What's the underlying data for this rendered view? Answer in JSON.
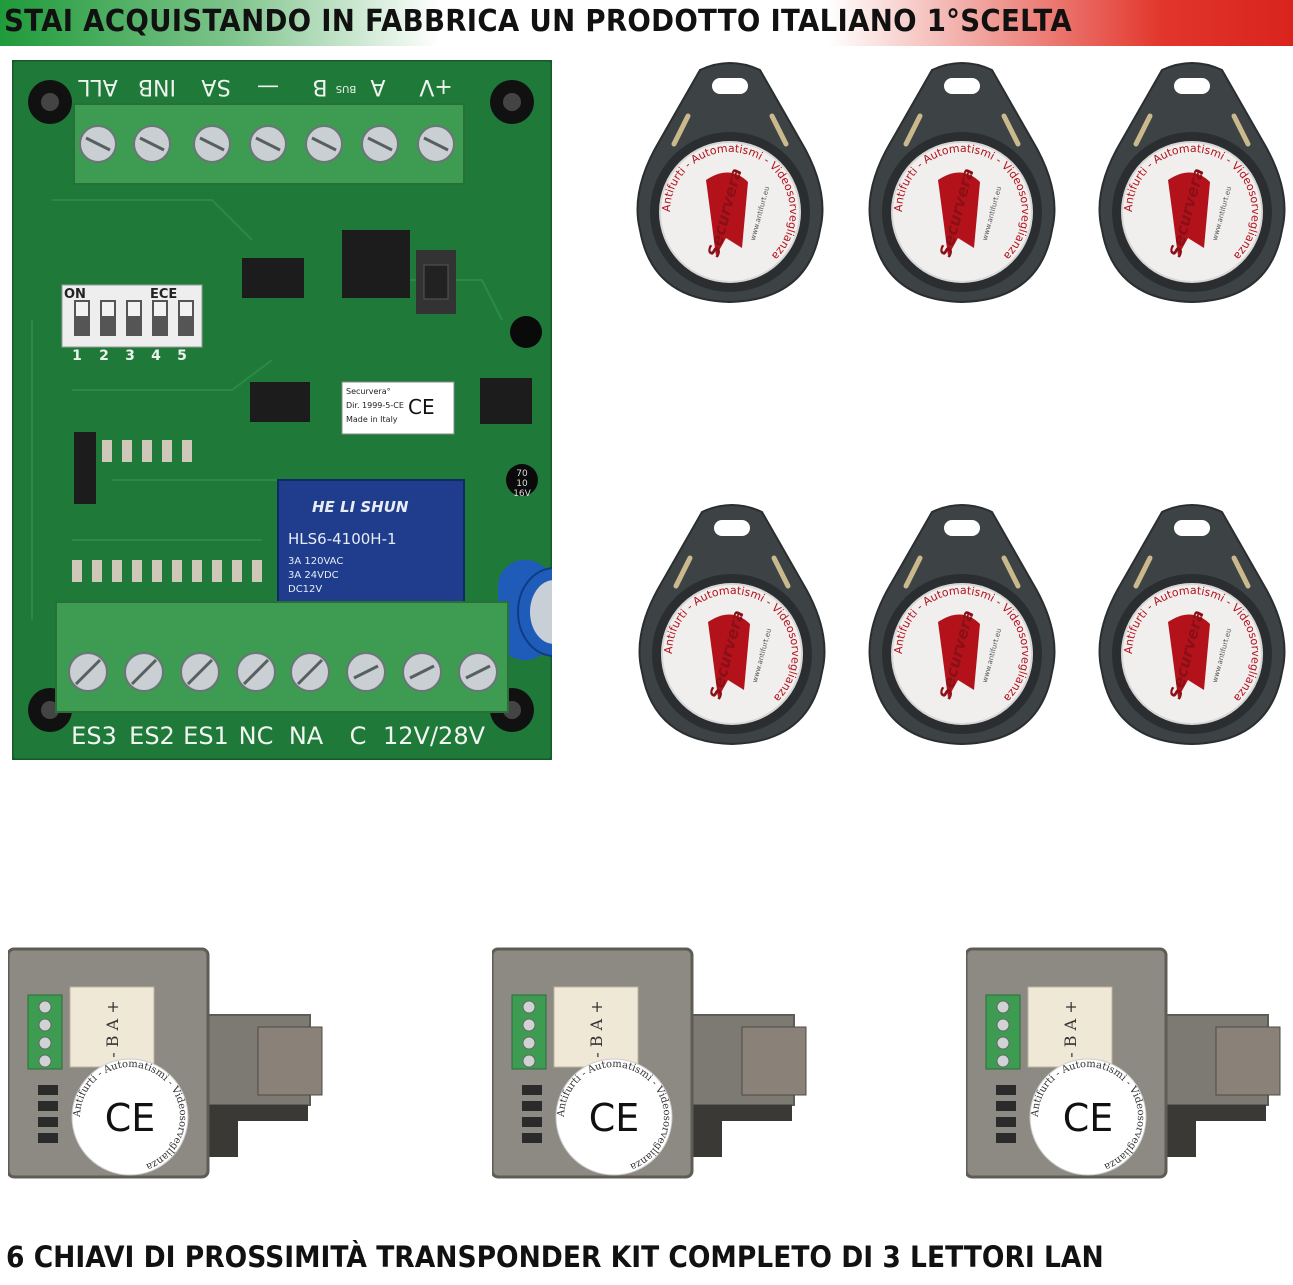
{
  "banner": {
    "text": "STAI ACQUISTANDO IN FABBRICA UN PRODOTTO ITALIANO 1°SCELTA"
  },
  "footer": {
    "text": "6 CHIAVI DI PROSSIMITÀ TRANSPONDER KIT COMPLETO DI 3 LETTORI LAN"
  },
  "pcb": {
    "top_terminals": [
      "ALL",
      "INB",
      "SA",
      "—",
      "B",
      "A",
      "+V"
    ],
    "bus_label": "BUS",
    "bottom_terminals": [
      "ES3",
      "ES2",
      "ES1",
      "NC",
      "NA",
      "C",
      "12V/28V"
    ],
    "dip_on": "ON",
    "dip_ece": "ECE",
    "dip_numbers": [
      "1",
      "2",
      "3",
      "4",
      "5"
    ],
    "relay_brand": "HE LI SHUN",
    "relay_model": "HLS6-4100H-1",
    "relay_specs": [
      "3A 120VAC",
      "3A 24VDC",
      "DC12V"
    ],
    "sticker_lines": [
      "Securvera°",
      "Dir. 1999-5-CE",
      "Made in Italy"
    ],
    "ce_mark": "CE",
    "cap_label": [
      "70",
      "10",
      "16V"
    ]
  },
  "fob_label": {
    "ring_text": "Antifurti - Automatismi - Videosorveglianza",
    "brand": "Securvera",
    "site": "www.antifurt.eu"
  },
  "reader_label": {
    "terminal_text": "- B A +",
    "ce_mark": "CE",
    "ring_text": "Antifurti - Automatismi - Videosorveglianza"
  },
  "colors": {
    "pcb_green": "#1f7a3a",
    "terminal_green": "#3e9b52",
    "fob_dark": "#3d4244",
    "fob_red": "#b3121b",
    "reader_grey": "#8c8a82"
  }
}
